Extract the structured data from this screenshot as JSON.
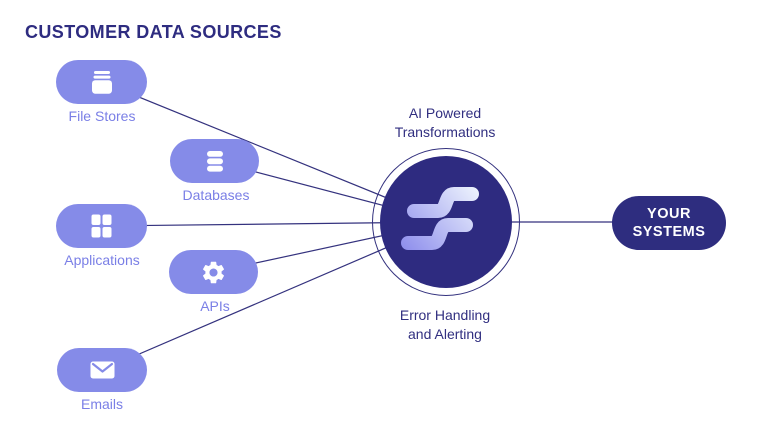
{
  "title": "CUSTOMER DATA SOURCES",
  "sources": [
    {
      "label": "File Stores",
      "icon": "file-stack-icon"
    },
    {
      "label": "Databases",
      "icon": "database-icon"
    },
    {
      "label": "Applications",
      "icon": "app-grid-icon"
    },
    {
      "label": "APIs",
      "icon": "gear-icon"
    },
    {
      "label": "Emails",
      "icon": "envelope-icon"
    }
  ],
  "hub": {
    "top_label": "AI Powered Transformations",
    "bottom_label": "Error Handling and Alerting",
    "logo": "flow-logo"
  },
  "target": {
    "label": "YOUR SYSTEMS"
  },
  "colors": {
    "navy": "#2E2C80",
    "hub_fill": "#2E2B80",
    "pill_purple": "#858BE8",
    "label_purple": "#7A7FE6",
    "connector": "#34327E",
    "logo_gradient_start": "#8C8CEC",
    "logo_gradient_end": "#EEF4FD"
  }
}
